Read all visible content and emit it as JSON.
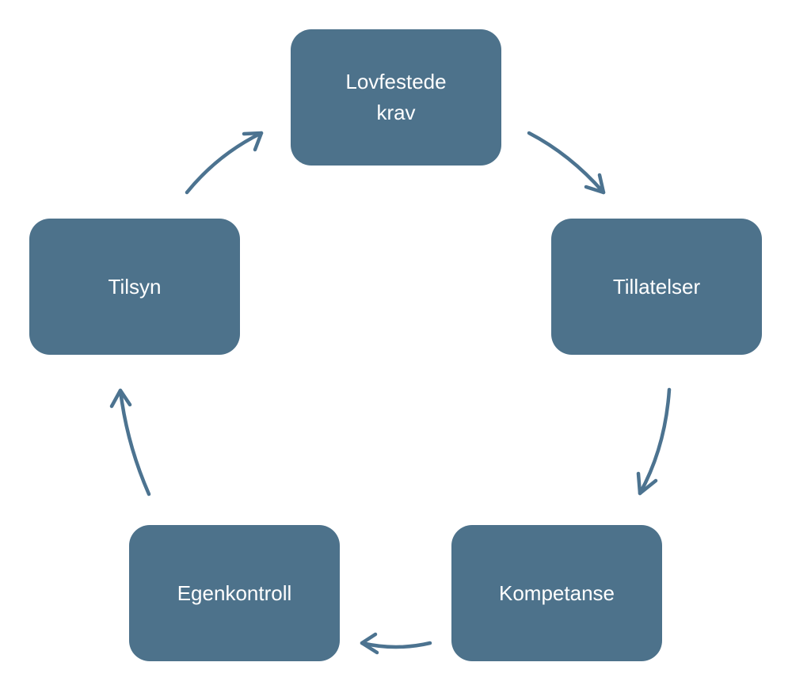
{
  "title": "Kretsløp for regelverk",
  "nodes": [
    {
      "label": "Lovfestede krav"
    },
    {
      "label": "Tillatelser"
    },
    {
      "label": "Kompetanse"
    },
    {
      "label": "Egenkontroll"
    },
    {
      "label": "Tilsyn"
    }
  ],
  "colors": {
    "box": "#4d728b",
    "arrow": "#4c7390",
    "text": "#ffffff"
  }
}
